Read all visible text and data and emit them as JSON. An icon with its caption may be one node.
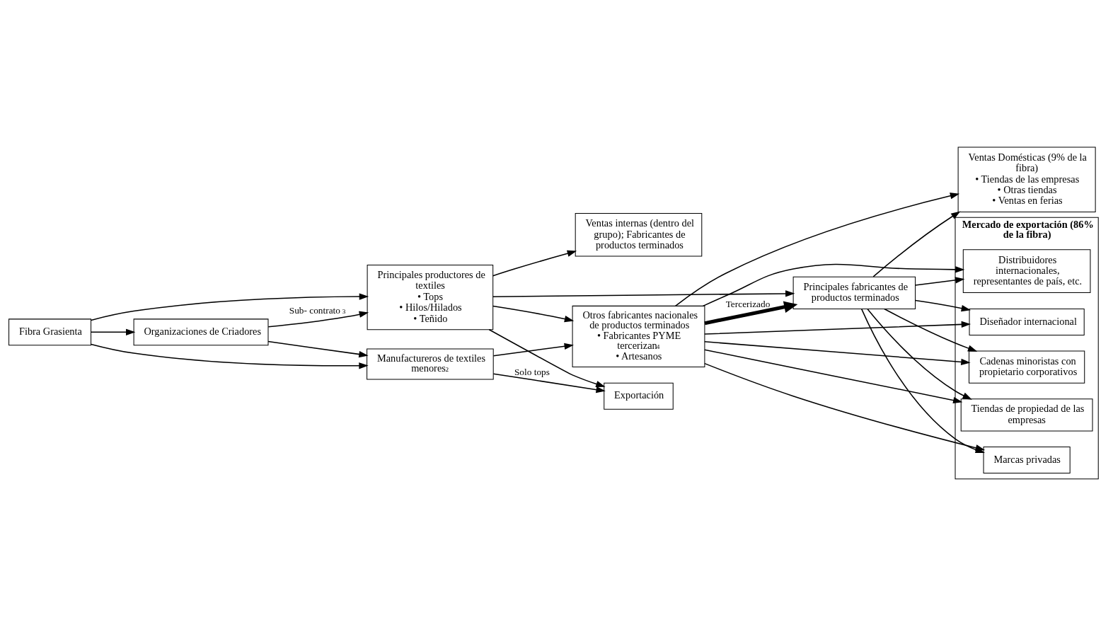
{
  "diagram": {
    "nodes": [
      {
        "text": [
          "Fibra Grasienta"
        ]
      },
      {
        "text": [
          "Organizaciones de Criadores"
        ]
      },
      {
        "text": [
          "Principales productores de textiles",
          "• Tops",
          "• Hilos/Hilados",
          "• Teñido"
        ]
      },
      {
        "text": [
          "Ventas internas (dentro del grupo); Fabricantes de productos terminados"
        ]
      },
      {
        "text": [
          "Principales fabricantes de productos terminados"
        ]
      },
      {
        "text": [
          "Manufactureros de textiles menores$^{2}$"
        ]
      },
      {
        "text": [
          "Otros fabricantes nacionales de productos terminados",
          "• Fabricantes PYME tercerizan$^{4}$",
          "• Artesanos"
        ]
      },
      {
        "text": [
          "Exportación"
        ]
      },
      {
        "text": [
          "Ventas Domésticas (9% de la fibra)",
          "• Tiendas de las empresas",
          "• Otras tiendas",
          "• Ventas en ferias"
        ]
      },
      {
        "text": [
          "Mercado de exportación (86% de la fibra)"
        ]
      },
      {
        "text": [
          "Diseñador internacional"
        ],
        "in": 9
      },
      {
        "text": [
          "Marcas privadas"
        ],
        "in": 9
      },
      {
        "text": [
          "Distribuidores internacionales, representantes de país, etc."
        ],
        "in": 9
      },
      {
        "text": [
          "Cadenas minoristas con propietario corporativos"
        ],
        "in": 9
      },
      {
        "text": [
          "Tiendas de propiedad de las empresas"
        ],
        "in": 9
      }
    ],
    "edges": [
      {
        "from": 0,
        "to": 1,
        "arrow": "to"
      },
      {
        "from": 0,
        "to": 2,
        "arrow": "to"
      },
      {
        "from": 0,
        "to": 5,
        "arrow": "to"
      },
      {
        "from": 1,
        "to": 2,
        "arrow": "to",
        "label": "Sub- contrato$^{3}$"
      },
      {
        "from": 1,
        "to": 5,
        "arrow": "to"
      },
      {
        "from": 2,
        "to": 3,
        "arrow": "to"
      },
      {
        "from": 2,
        "to": 4,
        "arrow": "to"
      },
      {
        "from": 2,
        "to": 6,
        "arrow": "to"
      },
      {
        "from": 2,
        "to": 7,
        "arrow": "to"
      },
      {
        "from": 6,
        "to": 4,
        "arrow": "to",
        "label": "Tercerizado",
        "style": "thick"
      },
      {
        "from": 5,
        "to": 6,
        "arrow": "to"
      },
      {
        "from": 5,
        "to": 7,
        "arrow": "to",
        "label": "Solo tops"
      },
      {
        "from": 6,
        "to": 8,
        "arrow": "to"
      },
      {
        "from": 4,
        "to": 8,
        "arrow": "to"
      },
      {
        "from": 4,
        "to": 10,
        "arrow": "to"
      },
      {
        "from": 4,
        "to": 11,
        "arrow": "to"
      },
      {
        "from": 4,
        "to": 12,
        "arrow": "to"
      },
      {
        "from": 4,
        "to": 13,
        "arrow": "to"
      },
      {
        "from": 4,
        "to": 14,
        "arrow": "to"
      },
      {
        "from": 6,
        "to": 10,
        "arrow": "to"
      },
      {
        "from": 6,
        "to": 11,
        "arrow": "to"
      },
      {
        "from": 6,
        "to": 12,
        "arrow": "to"
      },
      {
        "from": 6,
        "to": 13,
        "arrow": "to"
      },
      {
        "from": 6,
        "to": 14,
        "arrow": "to"
      }
    ]
  }
}
